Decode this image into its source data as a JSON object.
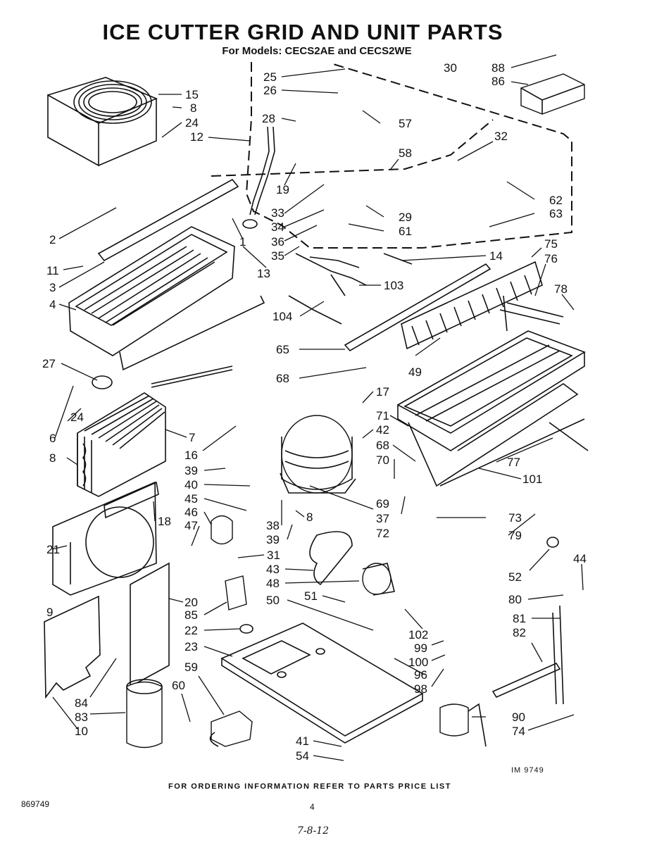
{
  "header": {
    "title": "ICE CUTTER GRID AND UNIT PARTS",
    "subtitle": "For Models: CECS2AE and CECS2WE"
  },
  "footer": {
    "ordering_note": "FOR ORDERING INFORMATION REFER TO PARTS PRICE LIST",
    "doc_number": "869749",
    "page_number": "4",
    "handwritten_date": "7-8-12",
    "illustration_id": "IM 9749"
  },
  "part_labels": {
    "l15": "15",
    "l8a": "8",
    "l24a": "24",
    "l12": "12",
    "l25": "25",
    "l26": "26",
    "l28": "28",
    "l30": "30",
    "l57": "57",
    "l88": "88",
    "l86": "86",
    "l58": "58",
    "l32": "32",
    "l19": "19",
    "l33": "33",
    "l34": "34",
    "l36": "36",
    "l35": "35",
    "l29": "29",
    "l61": "61",
    "l62": "62",
    "l63": "63",
    "l2": "2",
    "l1": "1",
    "l13": "13",
    "l11": "11",
    "l3": "3",
    "l4": "4",
    "l14": "14",
    "l75": "75",
    "l76": "76",
    "l103": "103",
    "l104": "104",
    "l78": "78",
    "l65": "65",
    "l27": "27",
    "l68a": "68",
    "l49": "49",
    "l17": "17",
    "l6": "6",
    "l24b": "24",
    "l7": "7",
    "l71": "71",
    "l42": "42",
    "l68b": "68",
    "l16": "16",
    "l8b": "8",
    "l39a": "39",
    "l70": "70",
    "l77": "77",
    "l40": "40",
    "l101": "101",
    "l45": "45",
    "l69": "69",
    "l46": "46",
    "l8c": "8",
    "l18": "18",
    "l37": "37",
    "l47": "47",
    "l38": "38",
    "l72": "72",
    "l39b": "39",
    "l73": "73",
    "l79": "79",
    "l21": "21",
    "l31": "31",
    "l43": "43",
    "l52": "52",
    "l44": "44",
    "l9": "9",
    "l48": "48",
    "l51": "51",
    "l20": "20",
    "l50": "50",
    "l80": "80",
    "l85": "85",
    "l81": "81",
    "l22": "22",
    "l102": "102",
    "l82": "82",
    "l23": "23",
    "l99": "99",
    "l100": "100",
    "l59": "59",
    "l96": "96",
    "l98": "98",
    "l60": "60",
    "l84": "84",
    "l83": "83",
    "l90": "90",
    "l10": "10",
    "l74": "74",
    "l41": "41",
    "l54": "54"
  }
}
